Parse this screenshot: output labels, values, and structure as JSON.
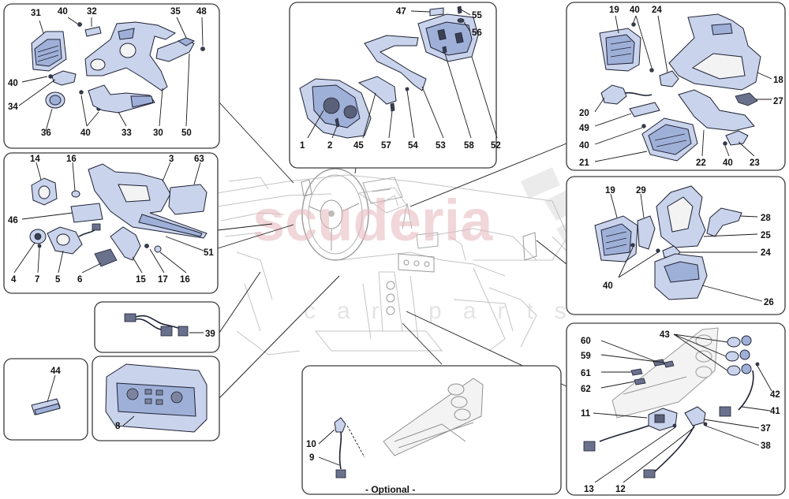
{
  "watermark": {
    "brand": "scuderia",
    "sub": "car parts"
  },
  "optional_label": "- Optional -",
  "panels": {
    "tl": [
      "31",
      "40",
      "32",
      "35",
      "48",
      "40",
      "34",
      "36",
      "40",
      "33",
      "30",
      "50"
    ],
    "tc": [
      "47",
      "55",
      "56",
      "1",
      "2",
      "45",
      "57",
      "54",
      "53",
      "58",
      "52"
    ],
    "tr": [
      "19",
      "40",
      "24",
      "18",
      "27",
      "20",
      "49",
      "40",
      "21",
      "22",
      "40",
      "23"
    ],
    "ml": [
      "14",
      "16",
      "3",
      "63",
      "46",
      "51",
      "4",
      "7",
      "5",
      "6",
      "15",
      "17",
      "16"
    ],
    "mr": [
      "19",
      "29",
      "28",
      "25",
      "24",
      "40",
      "26"
    ],
    "c39": [
      "39"
    ],
    "c44": [
      "44"
    ],
    "c8": [
      "8"
    ],
    "opt": [
      "10",
      "9"
    ],
    "br": [
      "60",
      "43",
      "59",
      "61",
      "62",
      "42",
      "11",
      "41",
      "37",
      "38",
      "13",
      "12"
    ]
  }
}
